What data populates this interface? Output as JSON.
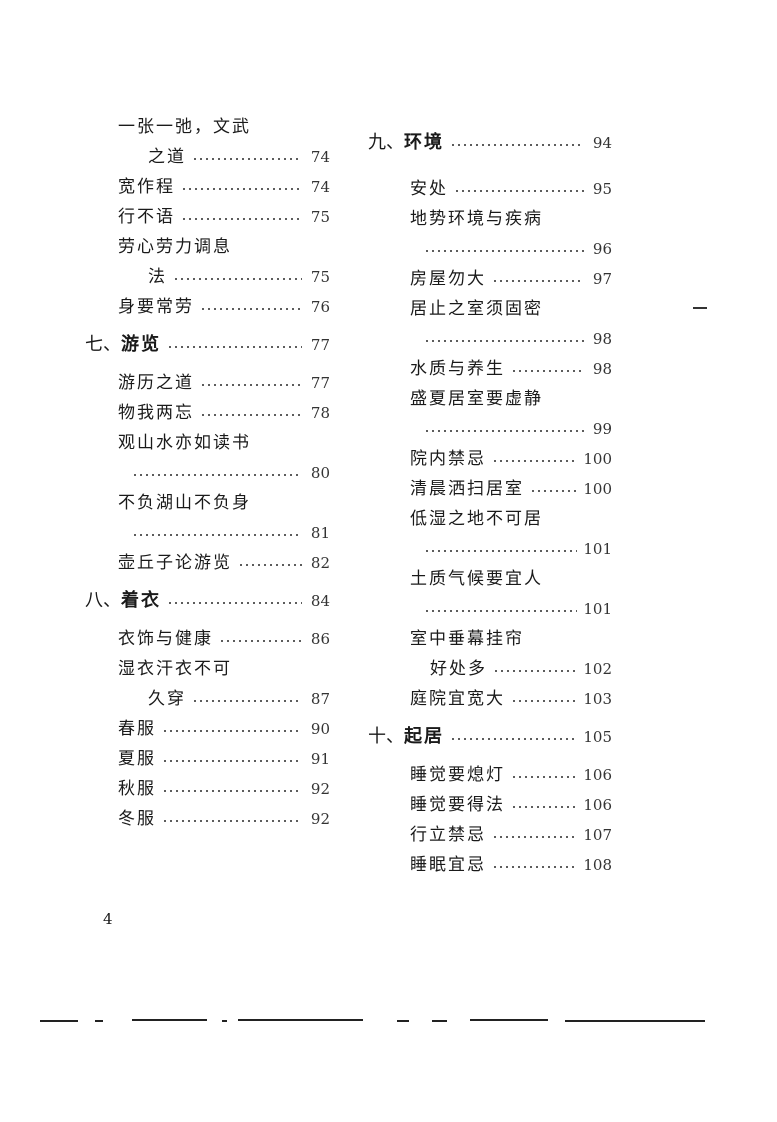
{
  "page_number": "4",
  "columns": [
    {
      "entries": [
        {
          "kind": "wrap",
          "title": "一张一弛，文武",
          "cont": "之道",
          "page": "74"
        },
        {
          "kind": "item",
          "title": "宽作程",
          "page": "74"
        },
        {
          "kind": "item",
          "title": "行不语",
          "page": "75"
        },
        {
          "kind": "wrap",
          "title": "劳心劳力调息",
          "cont": "法",
          "page": "75"
        },
        {
          "kind": "item",
          "title": "身要常劳",
          "page": "76"
        },
        {
          "kind": "chapter",
          "num": "七、",
          "title": "游览",
          "page": "77"
        },
        {
          "kind": "item",
          "title": "游历之道",
          "page": "77"
        },
        {
          "kind": "item",
          "title": "物我两忘",
          "page": "78"
        },
        {
          "kind": "wrap",
          "title": "观山水亦如读书",
          "cont": "",
          "page": "80"
        },
        {
          "kind": "wrap",
          "title": "不负湖山不负身",
          "cont": "",
          "page": "81"
        },
        {
          "kind": "item",
          "title": "壶丘子论游览",
          "page": "82"
        },
        {
          "kind": "chapter",
          "num": "八、",
          "title": "着衣",
          "page": "84"
        },
        {
          "kind": "item",
          "title": "衣饰与健康",
          "page": "86"
        },
        {
          "kind": "wrap",
          "title": "湿衣汗衣不可",
          "cont": "久穿",
          "page": "87"
        },
        {
          "kind": "item",
          "title": "春服",
          "page": "90"
        },
        {
          "kind": "item",
          "title": "夏服",
          "page": "91"
        },
        {
          "kind": "item",
          "title": "秋服",
          "page": "92"
        },
        {
          "kind": "item",
          "title": "冬服",
          "page": "92"
        }
      ]
    },
    {
      "entries": [
        {
          "kind": "chapter",
          "num": "九、",
          "title": "环境",
          "page": "94"
        },
        {
          "kind": "item",
          "title": "安处",
          "page": "95"
        },
        {
          "kind": "wrap",
          "title": "地势环境与疾病",
          "cont": "",
          "page": "96"
        },
        {
          "kind": "item",
          "title": "房屋勿大",
          "page": "97"
        },
        {
          "kind": "wrap",
          "title": "居止之室须固密",
          "cont": "",
          "page": "98"
        },
        {
          "kind": "item",
          "title": "水质与养生",
          "page": "98"
        },
        {
          "kind": "wrap",
          "title": "盛夏居室要虚静",
          "cont": "",
          "page": "99"
        },
        {
          "kind": "item",
          "title": "院内禁忌",
          "page": "100"
        },
        {
          "kind": "item",
          "title": "清晨洒扫居室",
          "page": "100"
        },
        {
          "kind": "wrap",
          "title": "低湿之地不可居",
          "cont": "",
          "page": "101"
        },
        {
          "kind": "wrap",
          "title": "土质气候要宜人",
          "cont": "",
          "page": "101"
        },
        {
          "kind": "wrap",
          "title": "室中垂幕挂帘",
          "cont": "好处多",
          "page": "102"
        },
        {
          "kind": "item",
          "title": "庭院宜宽大",
          "page": "103"
        },
        {
          "kind": "chapter",
          "num": "十、",
          "title": "起居",
          "page": "105"
        },
        {
          "kind": "item",
          "title": "睡觉要熄灯",
          "page": "106"
        },
        {
          "kind": "item",
          "title": "睡觉要得法",
          "page": "106"
        },
        {
          "kind": "item",
          "title": "行立禁忌",
          "page": "107"
        },
        {
          "kind": "item",
          "title": "睡眠宜忌",
          "page": "108"
        }
      ]
    }
  ]
}
